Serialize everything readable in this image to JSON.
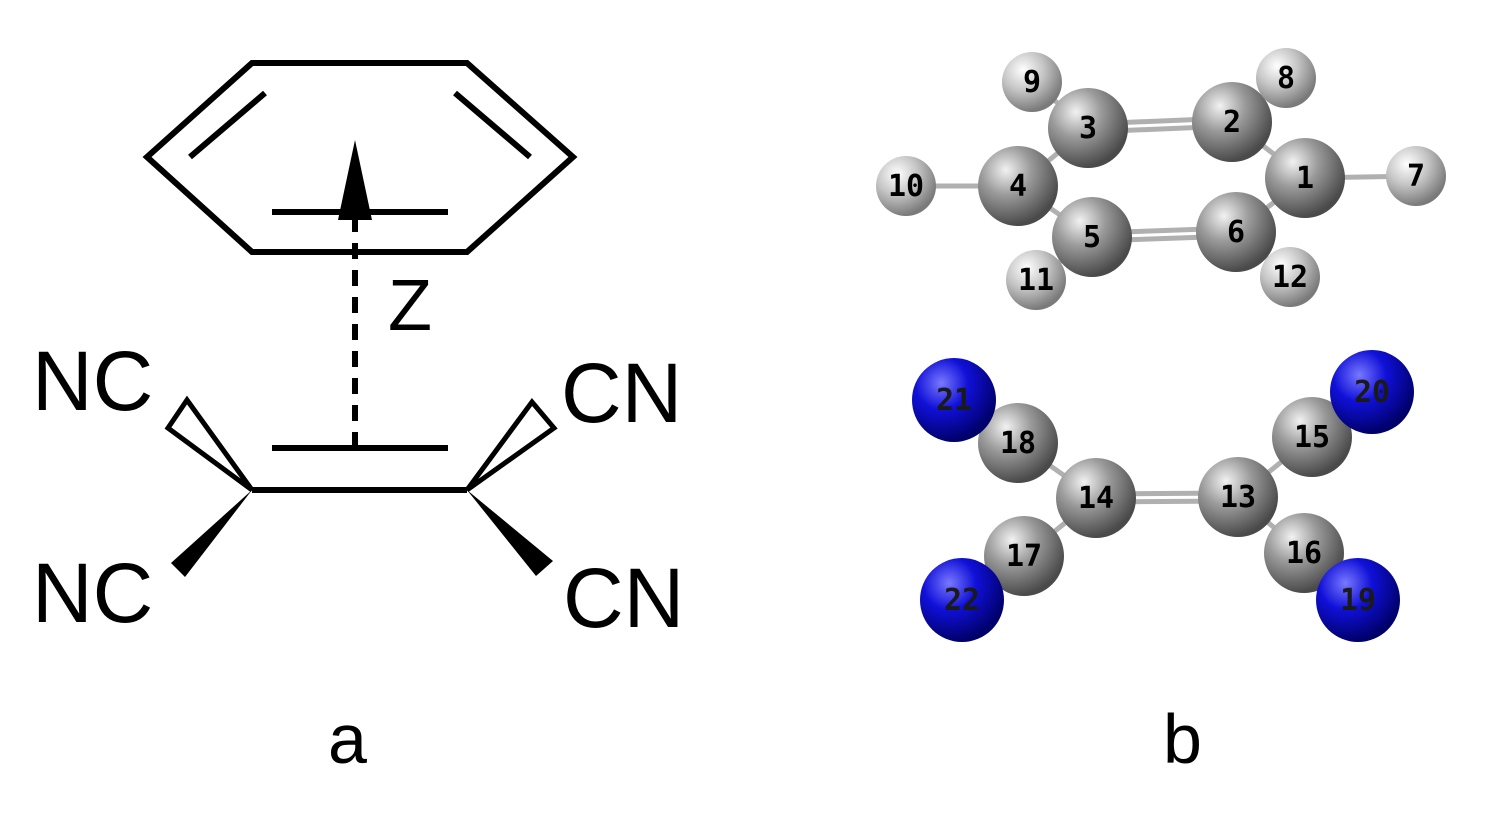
{
  "panel_a": {
    "label": "a",
    "axis_label": "Z",
    "groups": [
      "NC",
      "CN",
      "NC",
      "CN"
    ]
  },
  "panel_b": {
    "label": "b",
    "atom_numbers": [
      "1",
      "2",
      "3",
      "4",
      "5",
      "6",
      "7",
      "8",
      "9",
      "10",
      "11",
      "12",
      "13",
      "14",
      "15",
      "16",
      "17",
      "18",
      "19",
      "20",
      "21",
      "22"
    ]
  },
  "colors": {
    "line": "#000000",
    "carbon": "#8c8c8c",
    "hydrogen": "#c8c8c8",
    "nitrogen": "#0a0ad2",
    "bond": "#b0b0b0"
  }
}
